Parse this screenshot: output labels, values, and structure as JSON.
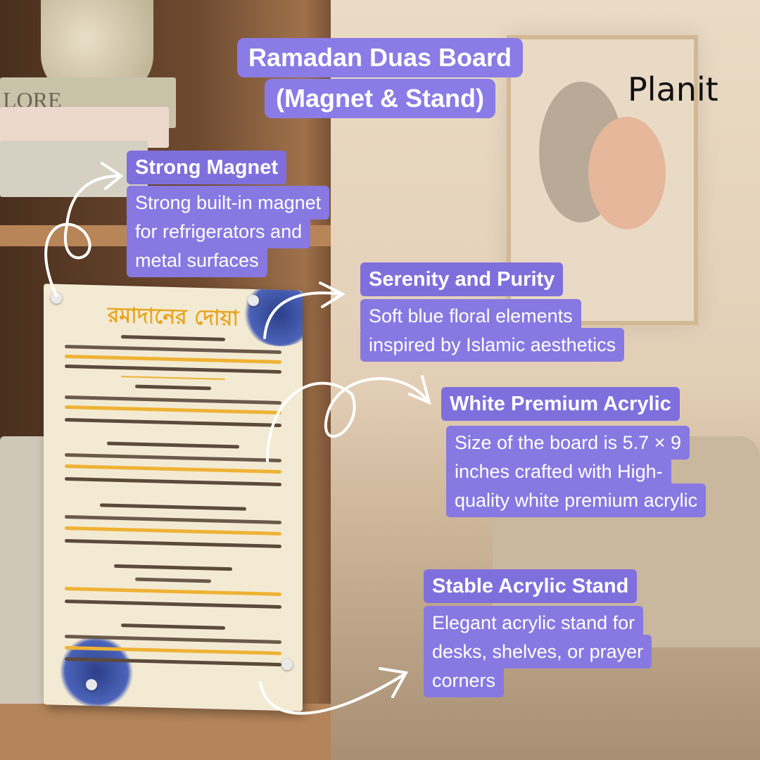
{
  "title": {
    "line1": "Ramadan Duas Board",
    "line2": "(Magnet & Stand)"
  },
  "brand": {
    "logo": "Planit"
  },
  "colors": {
    "label_bg": "#8878e2",
    "heading_bg": "#7f6fdd",
    "board_title": "#e9a520"
  },
  "features": [
    {
      "heading": "Strong Magnet",
      "lines": [
        "Strong built-in magnet",
        "for refrigerators and",
        "metal surfaces"
      ]
    },
    {
      "heading": "Serenity and Purity",
      "lines": [
        "Soft blue floral elements",
        "inspired by Islamic aesthetics"
      ]
    },
    {
      "heading": "White Premium Acrylic",
      "lines": [
        "Size of the board is 5.7 × 9",
        "inches crafted with High-",
        "quality white premium acrylic"
      ]
    },
    {
      "heading": "Stable Acrylic Stand",
      "lines": [
        "Elegant acrylic stand for",
        "desks, shelves, or prayer",
        "corners"
      ]
    }
  ],
  "product": {
    "board_title": "রমাদানের দোয়া"
  },
  "background_text": {
    "book_spine": "LORE"
  }
}
